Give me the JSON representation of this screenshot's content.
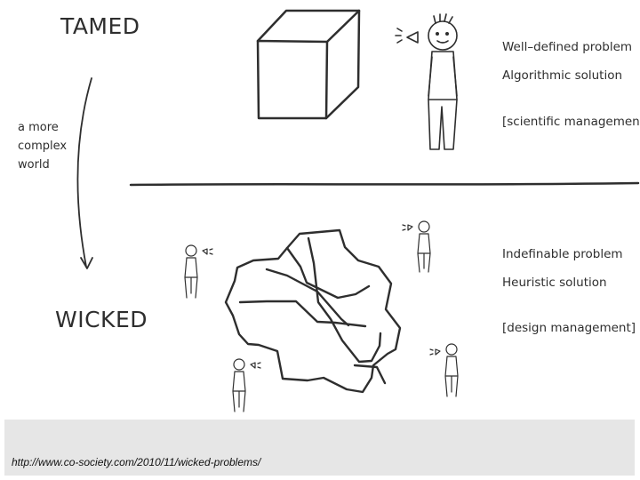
{
  "tamed": {
    "heading": "TAMED",
    "labels": [
      "Well–defined problem",
      "Algorithmic solution",
      "[scientific management]"
    ]
  },
  "transition_note": "a more complex world",
  "wicked": {
    "heading": "WICKED",
    "labels": [
      "Indefinable problem",
      "Heuristic solution",
      "[design management]"
    ]
  },
  "footer": {
    "link": "http://www.co-society.com/2010/11/wicked-problems/"
  },
  "colors": {
    "ink": "#2e2e2e",
    "footer_band": "#e6e6e6"
  },
  "icons": [
    "cube-icon",
    "tangled-shape-icon",
    "person-icon",
    "megaphone-icon",
    "arrow-down-icon"
  ]
}
